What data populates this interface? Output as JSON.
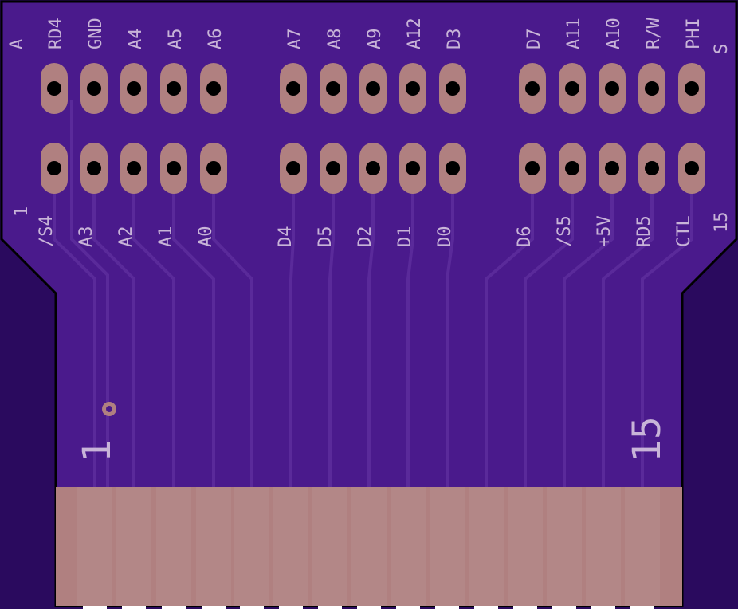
{
  "colors": {
    "background": "#2a0a5e",
    "board": "#4a1a8c",
    "board_edge": "#000000",
    "trace": "#5a2a9a",
    "pad": "#b08080",
    "silkscreen": "#c8b4d8",
    "drill": "#000000"
  },
  "labels": {
    "row_top_left_letter": "A",
    "row_top_right_letter": "S",
    "row_bottom_left_number": "1",
    "row_bottom_right_number": "15",
    "big_left_number": "1",
    "big_right_number": "15"
  },
  "top_pins": [
    "RD4",
    "GND",
    "A4",
    "A5",
    "A6",
    "A7",
    "A8",
    "A9",
    "A12",
    "D3",
    "D7",
    "A11",
    "A10",
    "R/W",
    "PHI"
  ],
  "bottom_pins": [
    "/S4",
    "A3",
    "A2",
    "A1",
    "A0",
    "D4",
    "D5",
    "D2",
    "D1",
    "D0",
    "D6",
    "/S5",
    "+5V",
    "RD5",
    "CTL"
  ]
}
